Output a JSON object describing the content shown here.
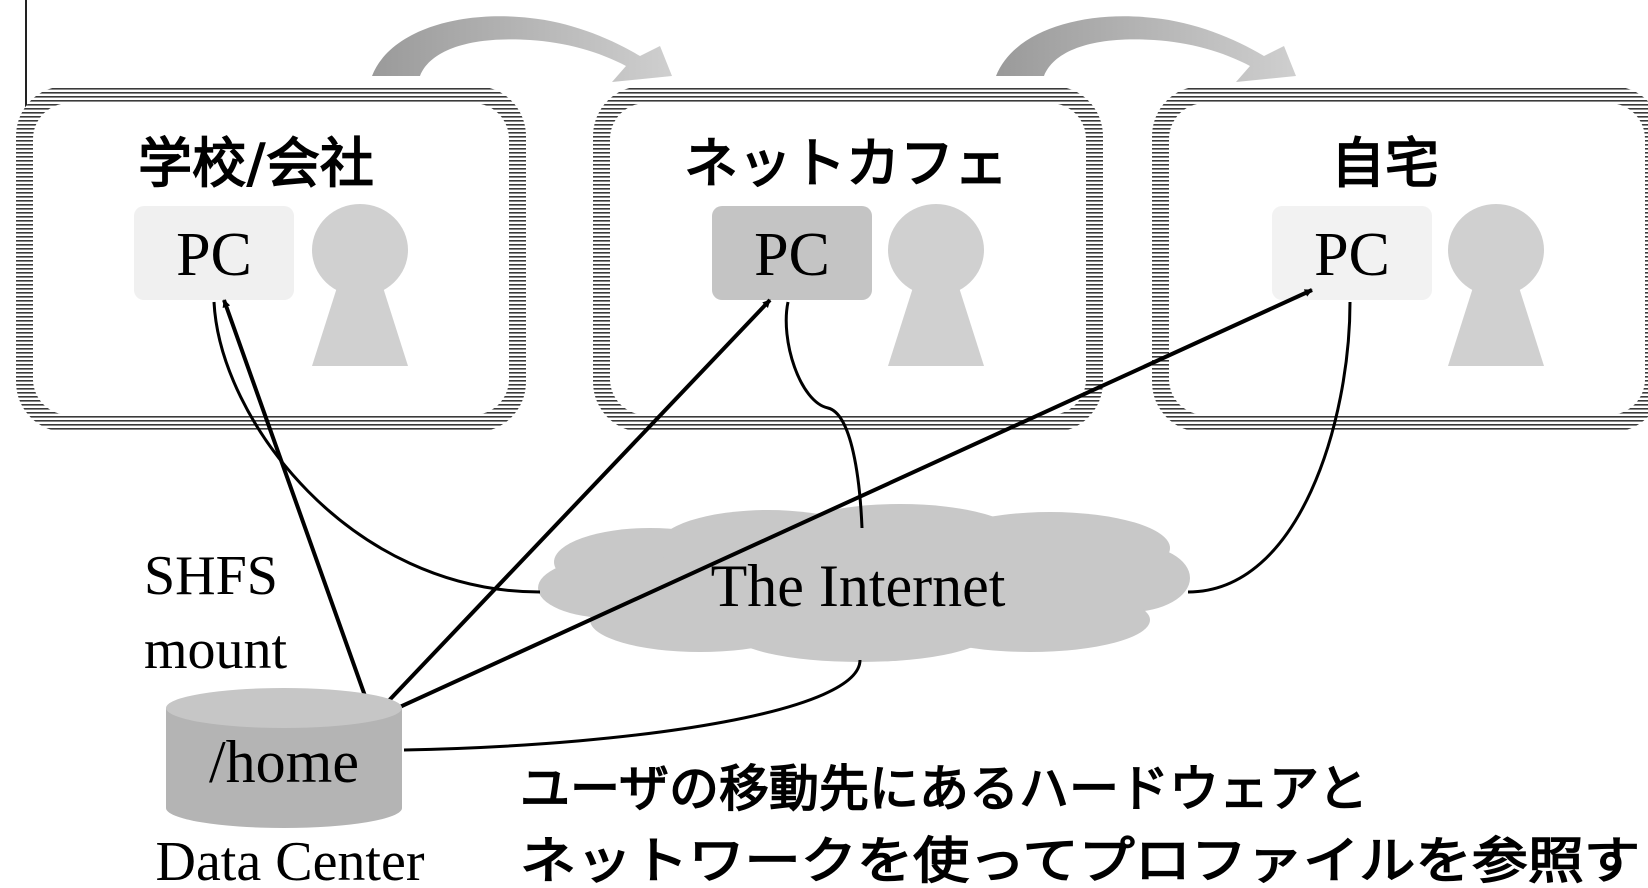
{
  "locations": [
    {
      "id": "school",
      "label": "学校/会社",
      "pc_label": "PC"
    },
    {
      "id": "cafe",
      "label": "ネットカフェ",
      "pc_label": "PC"
    },
    {
      "id": "home",
      "label": "自宅",
      "pc_label": "PC"
    }
  ],
  "mount_label": {
    "line1": "SHFS",
    "line2": "mount"
  },
  "storage": {
    "label": "/home",
    "caption": "Data Center"
  },
  "cloud": {
    "label": "The Internet"
  },
  "caption": {
    "line1": "ユーザの移動先にあるハードウェアと",
    "line2": "ネットワークを使ってプロファイルを参照す"
  },
  "colors": {
    "frame": "#555555",
    "pc_light": "#f0f0f0",
    "pc_mid": "#c4c4c4",
    "person": "#d0d0d0",
    "cloud": "#c8c8c8",
    "cylinder": "#b4b4b4",
    "arrow_move": "#a8a8a8"
  }
}
